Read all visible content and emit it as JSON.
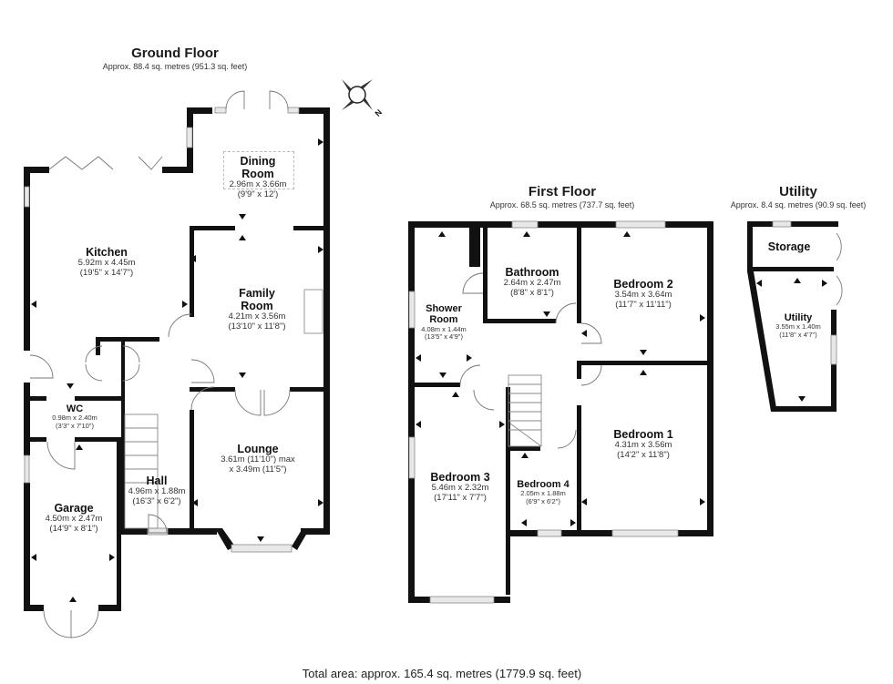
{
  "floors": [
    {
      "id": "ground",
      "title": "Ground Floor",
      "area": "Approx. 88.4 sq. metres (951.3 sq. feet)",
      "rooms": [
        {
          "name": "Dining Room",
          "metric": "2.96m x 3.66m",
          "imperial": "(9'9\" x 12')"
        },
        {
          "name": "Kitchen",
          "metric": "5.92m x 4.45m",
          "imperial": "(19'5\" x 14'7\")"
        },
        {
          "name": "Family Room",
          "metric": "4.21m x 3.56m",
          "imperial": "(13'10\" x 11'8\")"
        },
        {
          "name": "WC",
          "metric": "0.98m x 2.40m",
          "imperial": "(3'3\" x 7'10\")"
        },
        {
          "name": "Lounge",
          "metric": "3.61m (11'10\") max",
          "imperial": "x 3.49m (11'5\")"
        },
        {
          "name": "Hall",
          "metric": "4.96m x 1.88m",
          "imperial": "(16'3\" x 6'2\")"
        },
        {
          "name": "Garage",
          "metric": "4.50m x 2.47m",
          "imperial": "(14'9\" x 8'1\")"
        }
      ]
    },
    {
      "id": "first",
      "title": "First Floor",
      "area": "Approx. 68.5 sq. metres (737.7 sq. feet)",
      "rooms": [
        {
          "name": "Bathroom",
          "metric": "2.64m x 2.47m",
          "imperial": "(8'8\" x 8'1\")"
        },
        {
          "name": "Bedroom 2",
          "metric": "3.54m x 3.64m",
          "imperial": "(11'7\" x 11'11\")"
        },
        {
          "name": "Shower Room",
          "metric": "4.08m x 1.44m",
          "imperial": "(13'5\" x 4'9\")"
        },
        {
          "name": "Bedroom 1",
          "metric": "4.31m x 3.56m",
          "imperial": "(14'2\" x 11'8\")"
        },
        {
          "name": "Bedroom 3",
          "metric": "5.46m x 2.32m",
          "imperial": "(17'11\" x 7'7\")"
        },
        {
          "name": "Bedroom 4",
          "metric": "2.05m x 1.88m",
          "imperial": "(6'9\" x 6'2\")"
        }
      ]
    },
    {
      "id": "utility",
      "title": "Utility",
      "area": "Approx. 8.4 sq. metres (90.9 sq. feet)",
      "rooms": [
        {
          "name": "Storage",
          "metric": "",
          "imperial": ""
        },
        {
          "name": "Utility",
          "metric": "3.55m x 1.40m",
          "imperial": "(11'8\" x 4'7\")"
        }
      ]
    }
  ],
  "compass": {
    "label": "N",
    "icon": "compass-icon"
  },
  "total_area": "Total area: approx. 165.4 sq. metres (1779.9 sq. feet)",
  "colors": {
    "wall": "#111111",
    "window": "#e8e8e8",
    "background": "#ffffff"
  }
}
